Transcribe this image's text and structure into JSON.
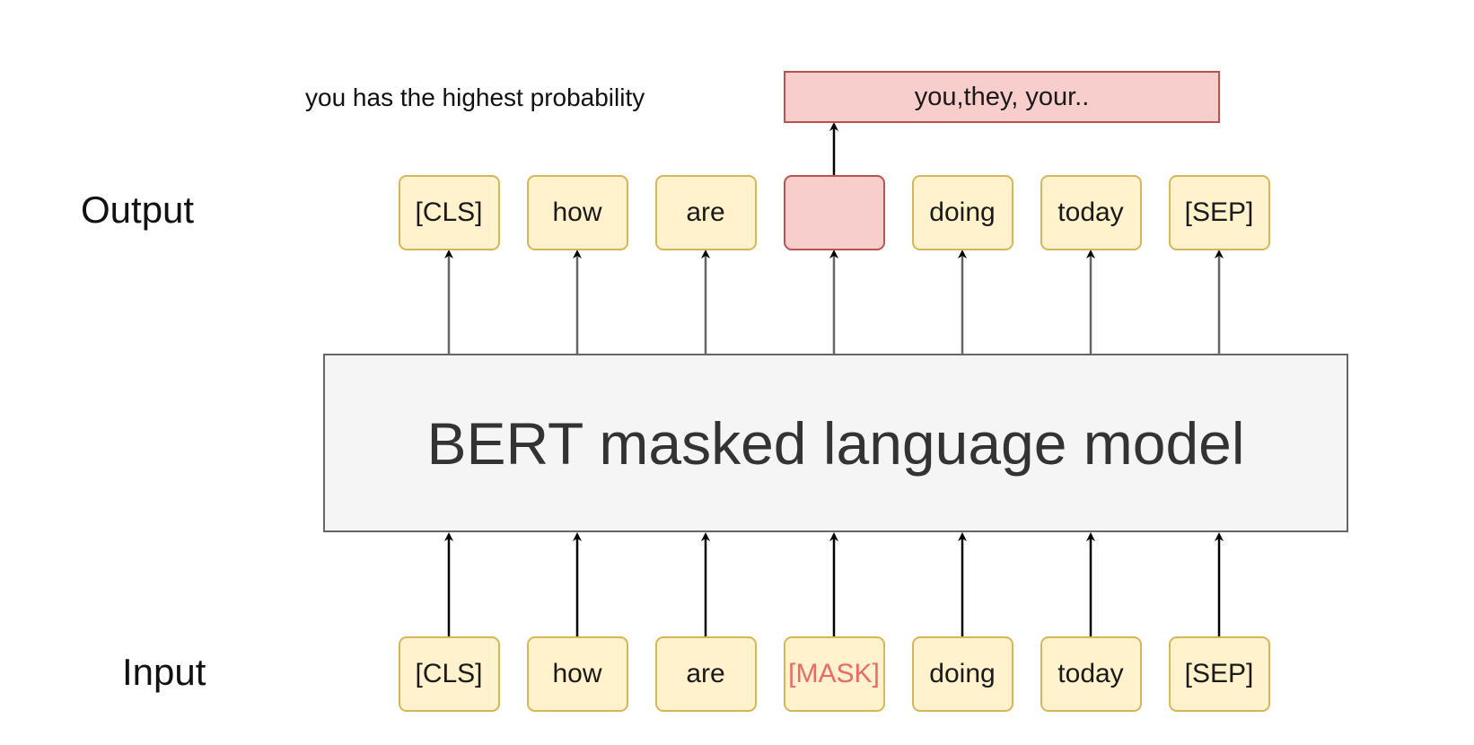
{
  "labels": {
    "output": "Output",
    "input": "Input"
  },
  "note": "you has the highest probability",
  "prediction": "you,they, your..",
  "model": "BERT masked language model",
  "output_tokens": [
    "[CLS]",
    "how",
    "are",
    "",
    "doing",
    "today",
    "[SEP]"
  ],
  "input_tokens": [
    "[CLS]",
    "how",
    "are",
    "[MASK]",
    "doing",
    "today",
    "[SEP]"
  ],
  "colors": {
    "token_fill": "#fff2cc",
    "token_border": "#d6b656",
    "masked_fill": "#f8cecc",
    "masked_border": "#b85450",
    "mask_text": "#ea6b66",
    "model_fill": "#f5f5f5",
    "model_border": "#666666",
    "arrow": "#000000"
  }
}
